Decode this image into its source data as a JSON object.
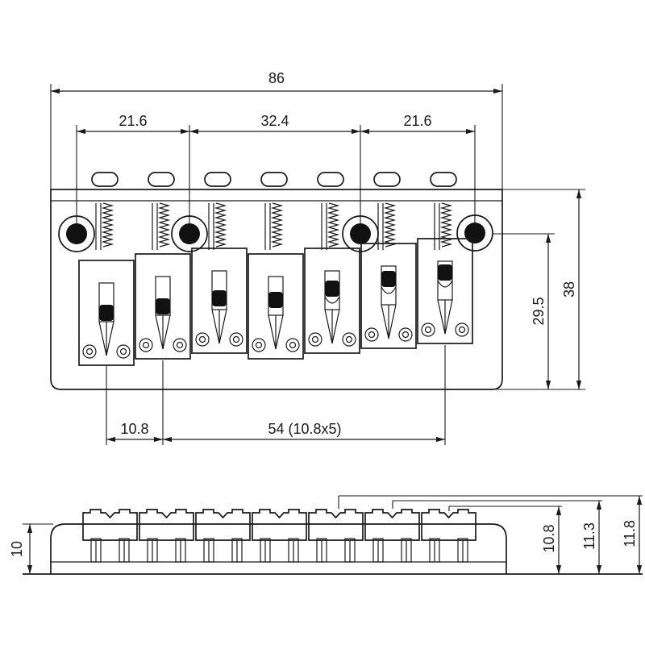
{
  "colors": {
    "ink": "#1a1a1a",
    "paper": "#ffffff"
  },
  "top_view": {
    "overall_width_label": "86",
    "left_post_spacing_label": "21.6",
    "center_post_spacing_label": "32.4",
    "right_post_spacing_label": "21.6",
    "overall_depth_label": "38",
    "post_to_front_label": "29.5",
    "string_spacing_label": "10.8",
    "string_span_label": "54 (10.8x5)"
  },
  "side_view": {
    "plate_height_label": "10",
    "saddle_height_low_label": "10.8",
    "saddle_height_mid_label": "11.3",
    "saddle_height_high_label": "11.8"
  }
}
